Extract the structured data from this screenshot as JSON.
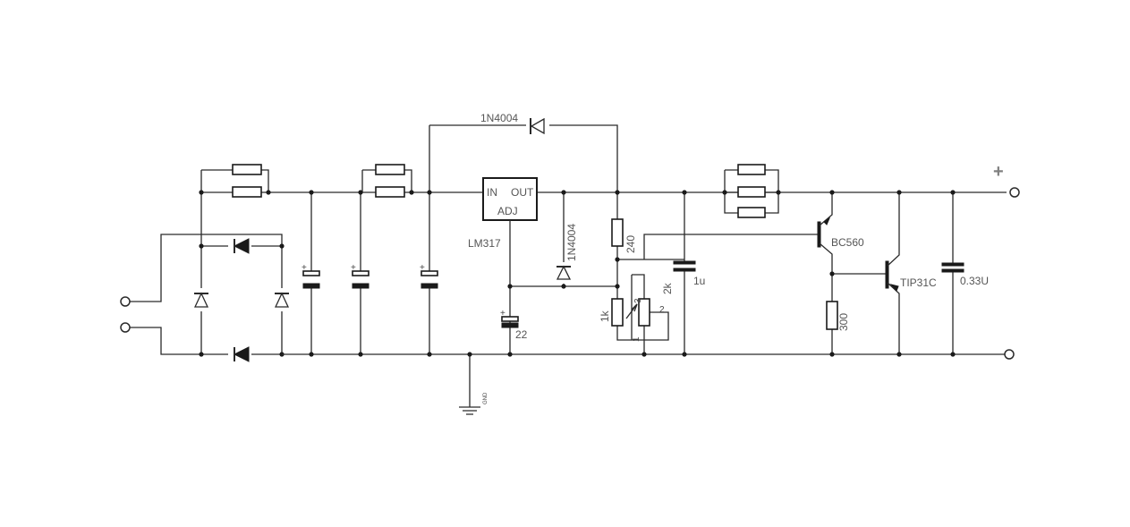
{
  "regulator": {
    "name": "LM317",
    "in": "IN",
    "out": "OUT",
    "adj": "ADJ"
  },
  "diodes": {
    "bypass": "1N4004",
    "protect": "1N4004"
  },
  "resistors": {
    "r240": "240",
    "r1k": "1k",
    "pot": "2k",
    "r300": "300"
  },
  "pot_pins": {
    "p1": "1",
    "p2": "2",
    "p3": "3"
  },
  "capacitors": {
    "c22": "22",
    "c1u": "1u",
    "c033": "0.33U"
  },
  "transistors": {
    "bc560": "BC560",
    "tip31c": "TIP31C"
  },
  "output": {
    "plus": "+"
  },
  "ground": {
    "label": "GND"
  }
}
